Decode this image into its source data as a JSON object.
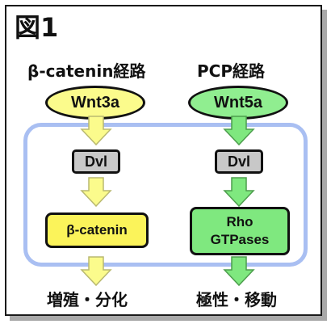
{
  "figure_label": "図1",
  "left_pathway": {
    "title": "β-catenin経路",
    "ligand": "Wnt3a",
    "mediator": "Dvl",
    "effector": "β-catenin",
    "outcome": "増殖・分化",
    "ligand_color": "#fbfb8c",
    "effector_color": "#fbf35a",
    "arrow_color": "#fbfb8c"
  },
  "right_pathway": {
    "title": "PCP経路",
    "ligand": "Wnt5a",
    "mediator": "Dvl",
    "effector_line1": "Rho",
    "effector_line2": "GTPases",
    "outcome": "極性・移動",
    "ligand_color": "#90ee90",
    "effector_color": "#7fe87f",
    "arrow_color": "#7fe87f"
  },
  "region_border_color": "#a9bff2"
}
